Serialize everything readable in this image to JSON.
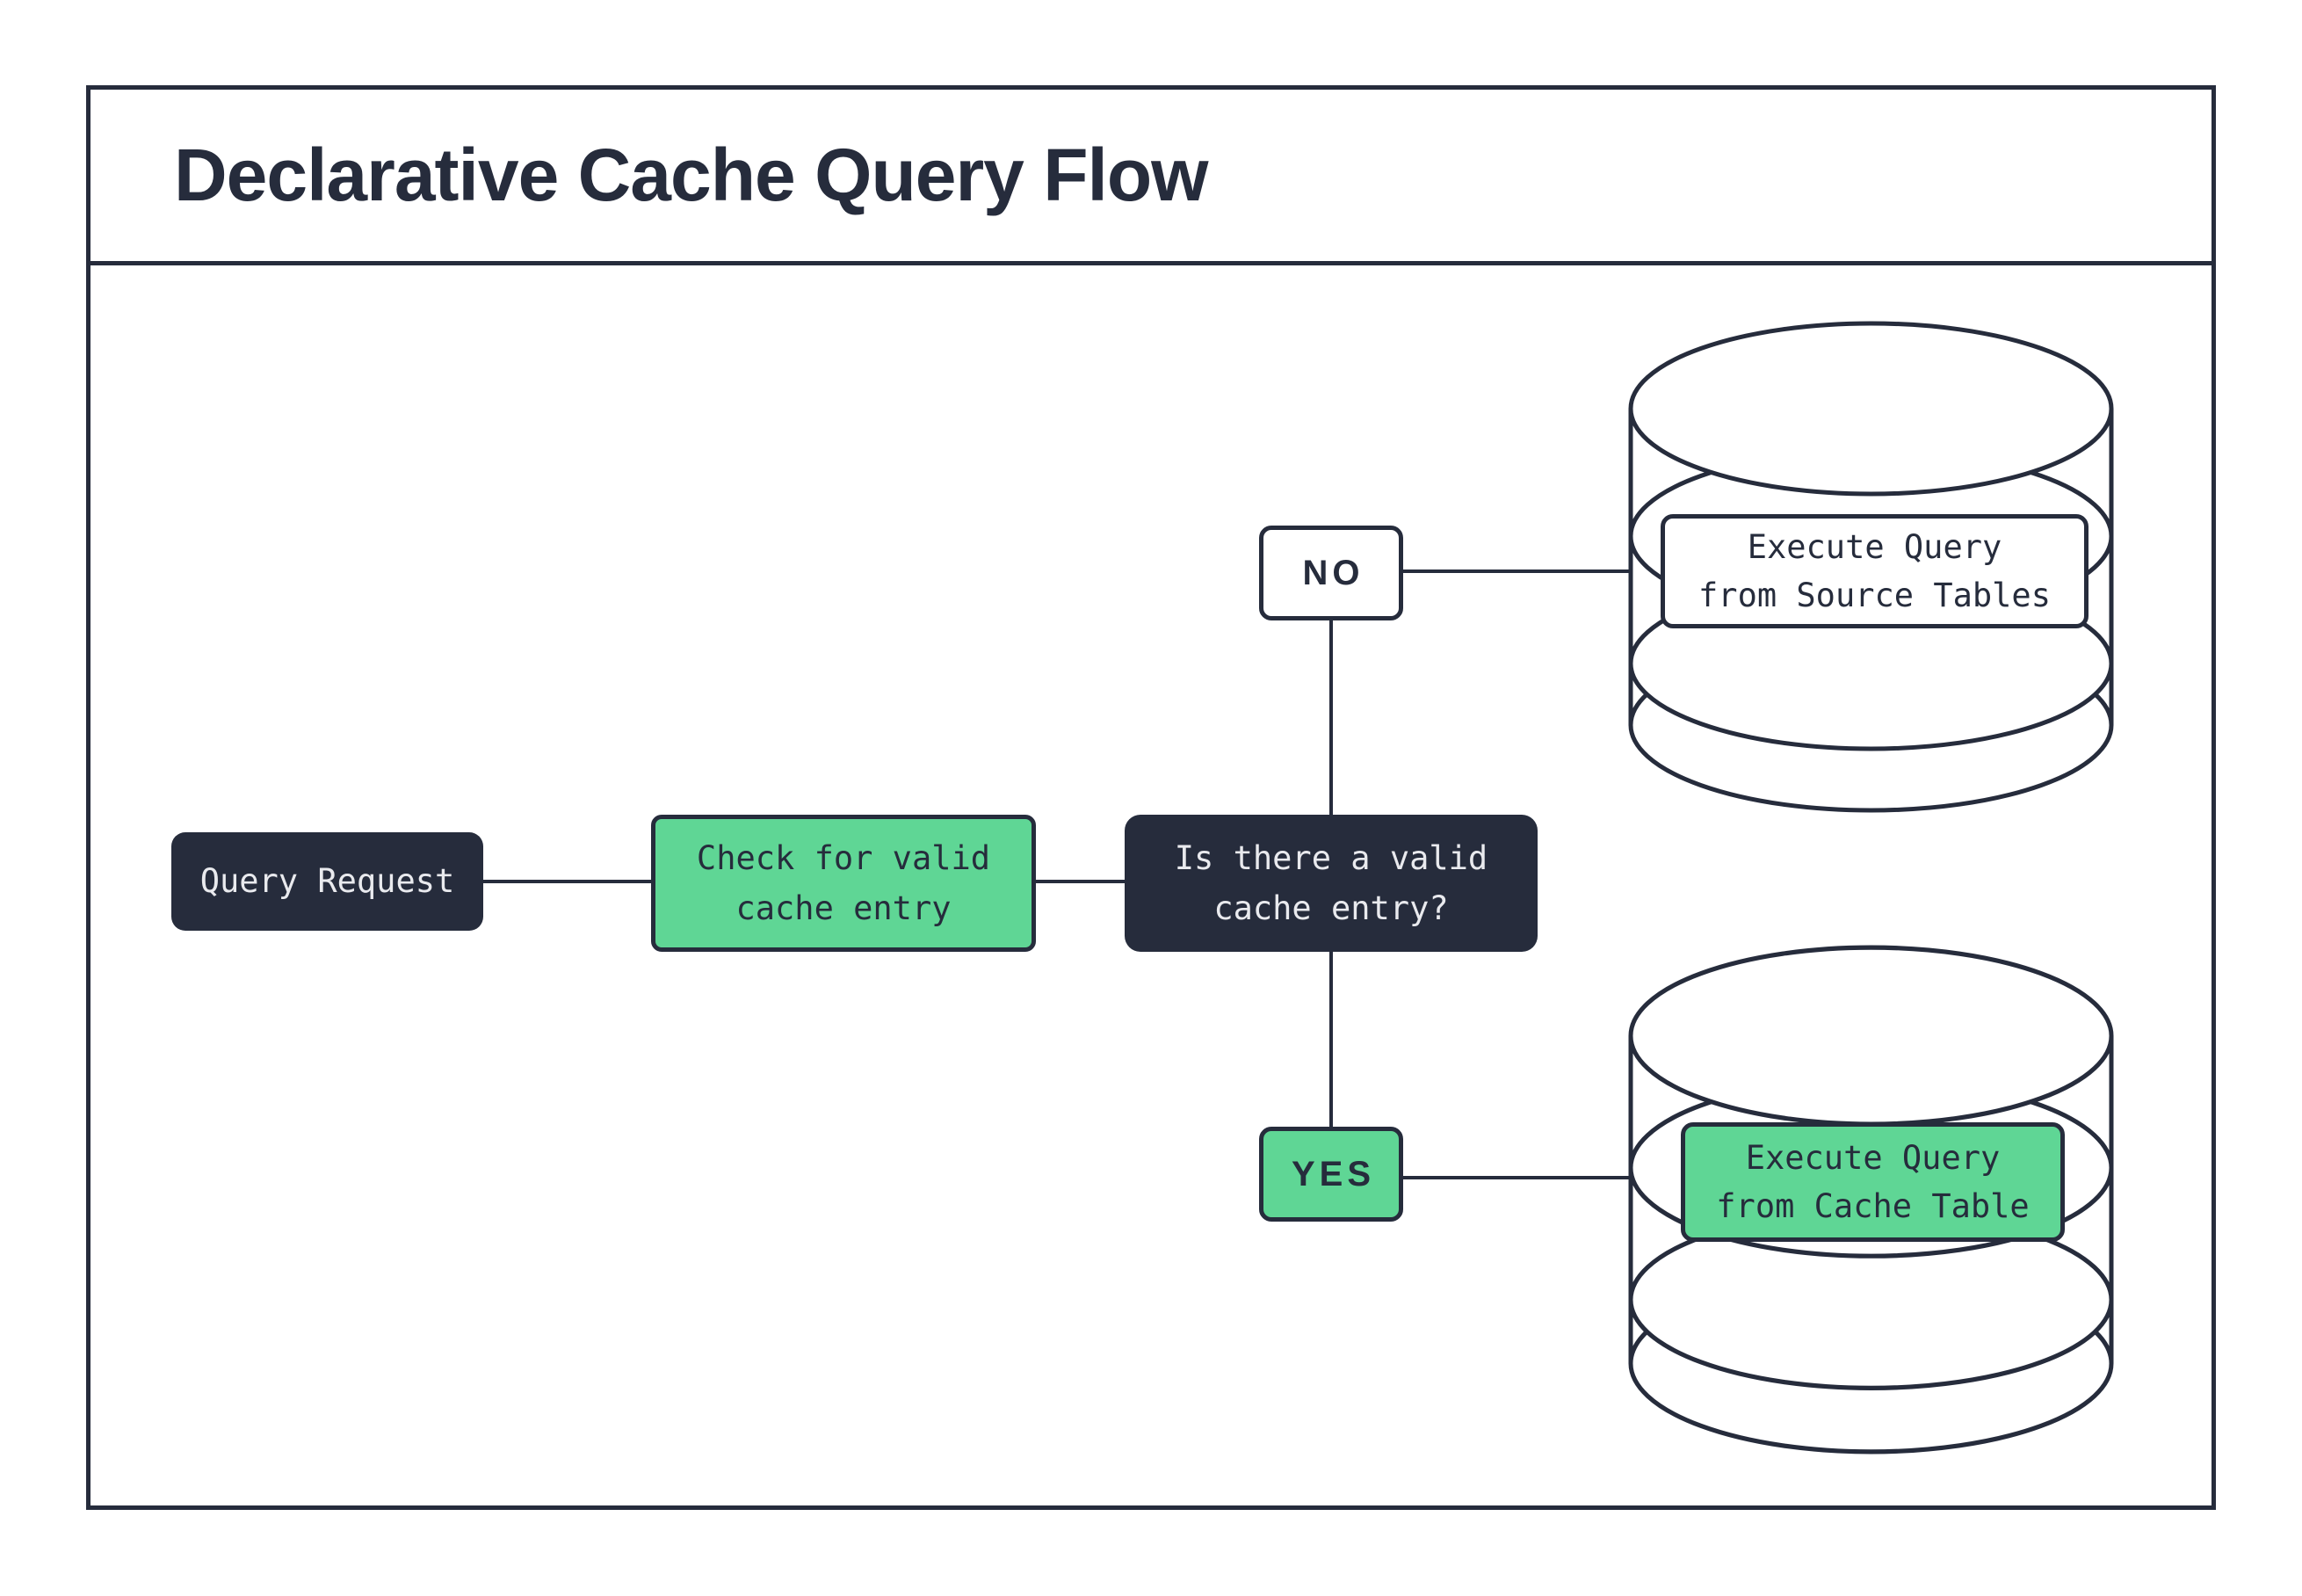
{
  "colors": {
    "navy": "#262c3c",
    "green": "#5fd695",
    "light_text": "#e9eaee",
    "background": "#ffffff"
  },
  "header": {
    "title": "Declarative Cache Query Flow"
  },
  "flow": {
    "query_request": "Query Request",
    "check_cache": "Check for valid\ncache entry",
    "decision": "Is there a valid\ncache entry?",
    "branch_no": "NO",
    "branch_yes": "YES",
    "source_db_action": "Execute Query\nfrom Source Tables",
    "cache_db_action": "Execute Query\nfrom Cache Table"
  },
  "edges": [
    {
      "from": "Query Request",
      "to": "Check for valid cache entry"
    },
    {
      "from": "Check for valid cache entry",
      "to": "Is there a valid cache entry?"
    },
    {
      "from": "Is there a valid cache entry?",
      "to": "NO"
    },
    {
      "from": "Is there a valid cache entry?",
      "to": "YES"
    },
    {
      "from": "NO",
      "to": "Execute Query from Source Tables"
    },
    {
      "from": "YES",
      "to": "Execute Query from Cache Table"
    }
  ]
}
